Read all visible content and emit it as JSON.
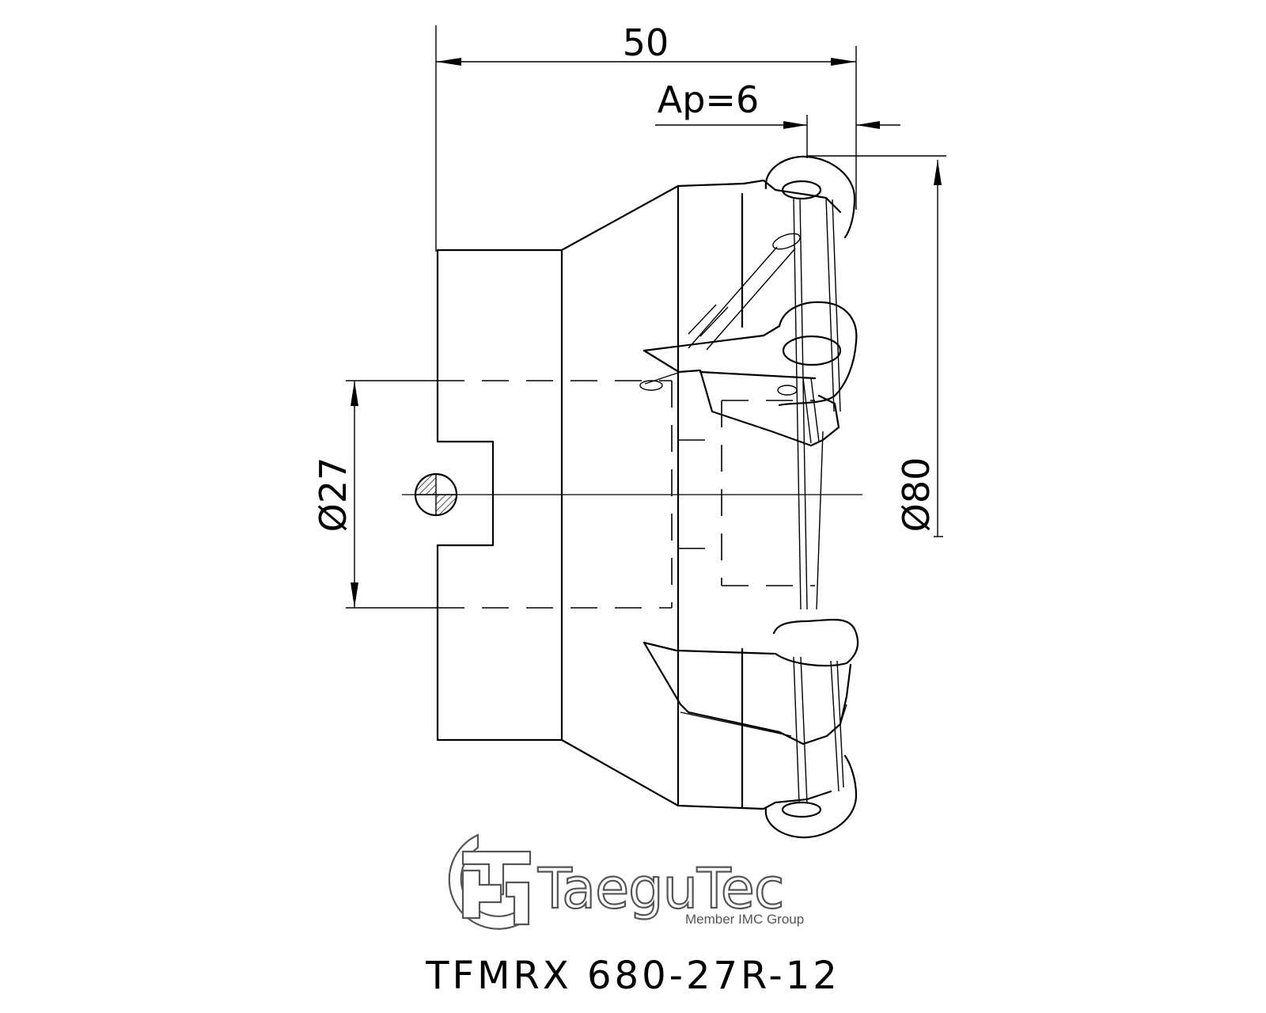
{
  "dimensions": {
    "length": "50",
    "depth_of_cut": "Ap=6",
    "bore_diameter": "Ø27",
    "cutter_diameter": "Ø80"
  },
  "logo": {
    "brand": "TaeguTec",
    "tagline": "Member IMC Group"
  },
  "model_code": "TFMRX 680-27R-12"
}
